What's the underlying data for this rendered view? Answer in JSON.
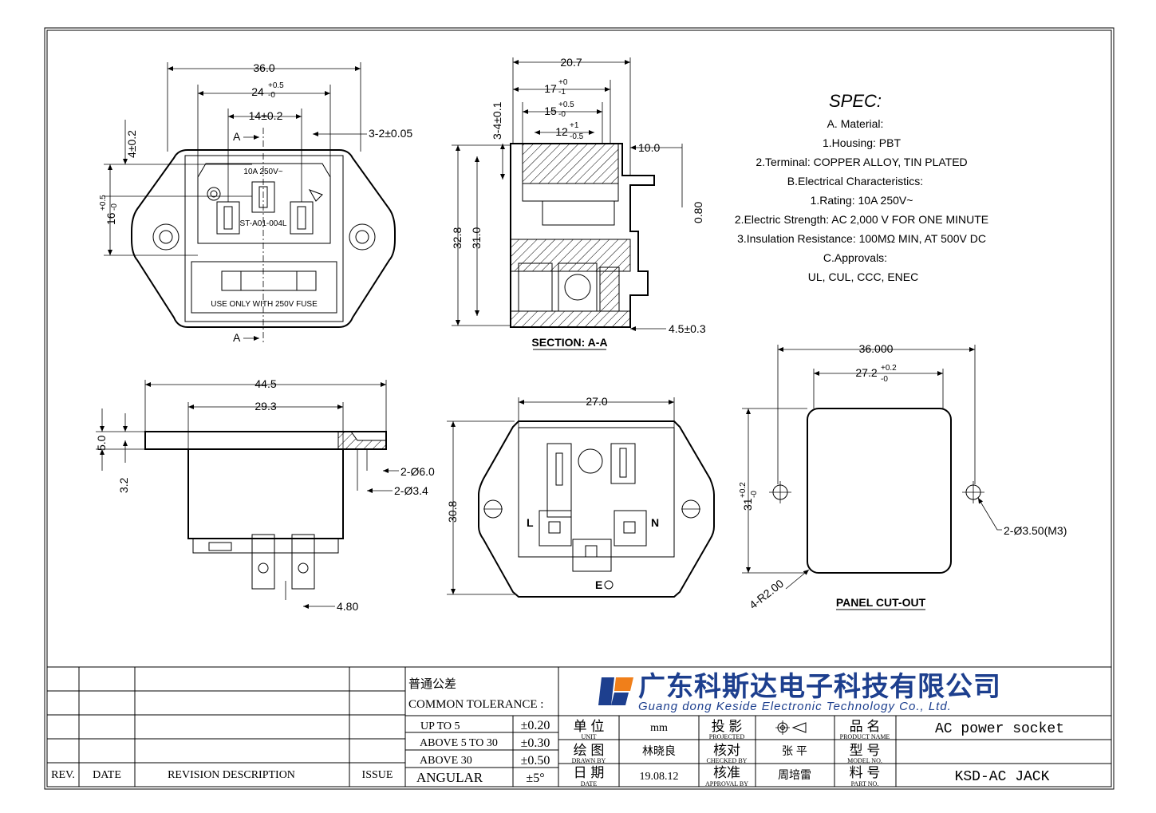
{
  "views": {
    "front": {
      "dims": {
        "w36": "36.0",
        "w24": "24",
        "w24_tol_up": "+0.5",
        "w24_tol_low": "-0",
        "w14": "14±0.2",
        "w32": "3-2±0.05",
        "h4": "4±0.2",
        "h16": "16",
        "h16_tol_up": "+0.5",
        "h16_tol_low": "-0"
      },
      "labels": {
        "section_top": "A",
        "section_bottom": "A",
        "rating": "10A 250V~",
        "type": "ST-A01-004L",
        "fuse_note": "USE ONLY WITH 250V FUSE"
      }
    },
    "section": {
      "title": "SECTION: A-A",
      "dims": {
        "w207": "20.7",
        "w17": "17",
        "w17_tol_up": "+0",
        "w17_tol_low": "-1",
        "w15": "15",
        "w15_tol_up": "+0.5",
        "w15_tol_low": "-0",
        "w12": "12",
        "w12_tol_up": "+1",
        "w12_tol_low": "-0.5",
        "h34": "3-4±0.1",
        "w10": "10.0",
        "h080": "0.80",
        "h328": "32.8",
        "h31": "31.0",
        "w45": "4.5±0.3"
      }
    },
    "side": {
      "dims": {
        "w445": "44.5",
        "w293": "29.3",
        "h50": "5.0",
        "h32": "3.2",
        "d60": "2-Ø6.0",
        "d34": "2-Ø3.4",
        "w480": "4.80"
      }
    },
    "back": {
      "dims": {
        "w27": "27.0",
        "h308": "30.8"
      },
      "labels": {
        "L": "L",
        "N": "N",
        "E": "E"
      }
    },
    "cutout": {
      "title": "PANEL CUT-OUT",
      "dims": {
        "w36": "36.000",
        "w272": "27.2",
        "w272_tol_up": "+0.2",
        "w272_tol_low": "-0",
        "h31": "31",
        "h31_tol_up": "+0.2",
        "h31_tol_low": "-0",
        "holes": "2-Ø3.50(M3)",
        "radius": "4-R2.00"
      }
    }
  },
  "spec": {
    "title": "SPEC:",
    "lines": [
      "A. Material:",
      "1.Housing: PBT",
      "2.Terminal: COPPER ALLOY, TIN PLATED",
      "B.Electrical Characteristics:",
      "1.Rating: 10A 250V~",
      "2.Electric Strength: AC 2,000 V FOR ONE MINUTE",
      "3.Insulation Resistance: 100MΩ MIN, AT 500V DC",
      "C.Approvals:",
      "UL, CUL, CCC, ENEC"
    ]
  },
  "title_block": {
    "revision_headers": {
      "rev": "REV.",
      "date": "DATE",
      "desc": "REVISION DESCRIPTION",
      "issue": "ISSUE"
    },
    "tolerance": {
      "title_cn": "普通公差",
      "title_en": "COMMON TOLERANCE :",
      "rows": [
        {
          "range": "UP TO 5",
          "value": "±0.20"
        },
        {
          "range": "ABOVE 5 TO 30",
          "value": "±0.30"
        },
        {
          "range": "ABOVE 30",
          "value": "±0.50"
        },
        {
          "range": "ANGULAR",
          "value": "±5°"
        }
      ]
    },
    "company_cn": "广东科斯达电子科技有限公司",
    "company_en": "Guang dong Keside Electronic Technology Co., Ltd.",
    "fields": {
      "unit_cn": "单 位",
      "unit_en": "UNIT",
      "unit_value": "mm",
      "drawn_cn": "绘 图",
      "drawn_en": "DRAWN BY",
      "drawn_value": "林晓良",
      "date_cn": "日 期",
      "date_en": "DATE",
      "date_value": "19.08.12",
      "projected_cn": "投 影",
      "projected_en": "PROJECTED",
      "checked_cn": "核对",
      "checked_en": "CHECKED BY",
      "checked_value": "张 平",
      "approval_cn": "核准",
      "approval_en": "APPROVAL BY",
      "approval_value": "周培雷",
      "product_cn": "品 名",
      "product_en": "PRODUCT NAME",
      "product_value": "AC power socket",
      "model_cn": "型 号",
      "model_en": "MODEL NO.",
      "model_value": "",
      "part_cn": "料 号",
      "part_en": "PART NO.",
      "part_value": "KSD-AC JACK"
    }
  }
}
